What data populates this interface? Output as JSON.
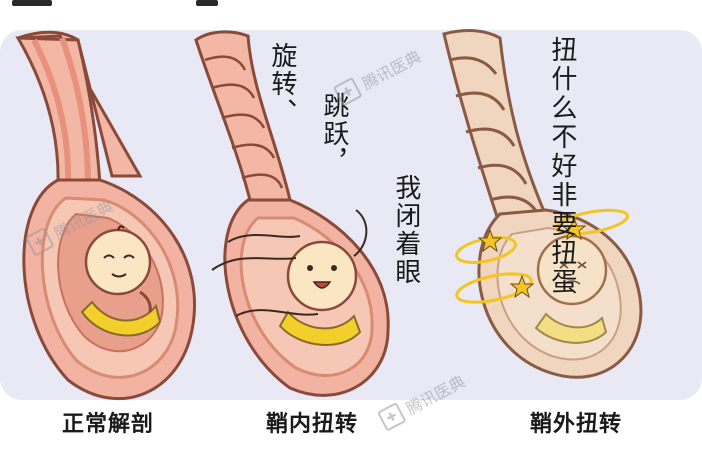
{
  "colors": {
    "panel": "#e9e8f5",
    "cord_outline": "#8a4a3a",
    "cord_fill": "#f2b8a5",
    "cord_inner": "#e8927c",
    "sac_fill": "#f2b3a2",
    "testis": "#fbe6c3",
    "yellow": "#f3cf2c",
    "faded": "#f1d6bf",
    "star": "#f2c521"
  },
  "captions": {
    "normal": "正常解剖",
    "intravaginal": "鞘内扭转",
    "extravaginal": "鞘外扭转"
  },
  "annotations": {
    "intravaginal_col1": "旋转、",
    "intravaginal_col2": "跳跃，",
    "intravaginal_col3": "我闭着眼",
    "extravaginal": "扭什么不好非要扭蛋"
  },
  "watermark": {
    "text": "腾讯医典",
    "icon": "cross-icon"
  }
}
